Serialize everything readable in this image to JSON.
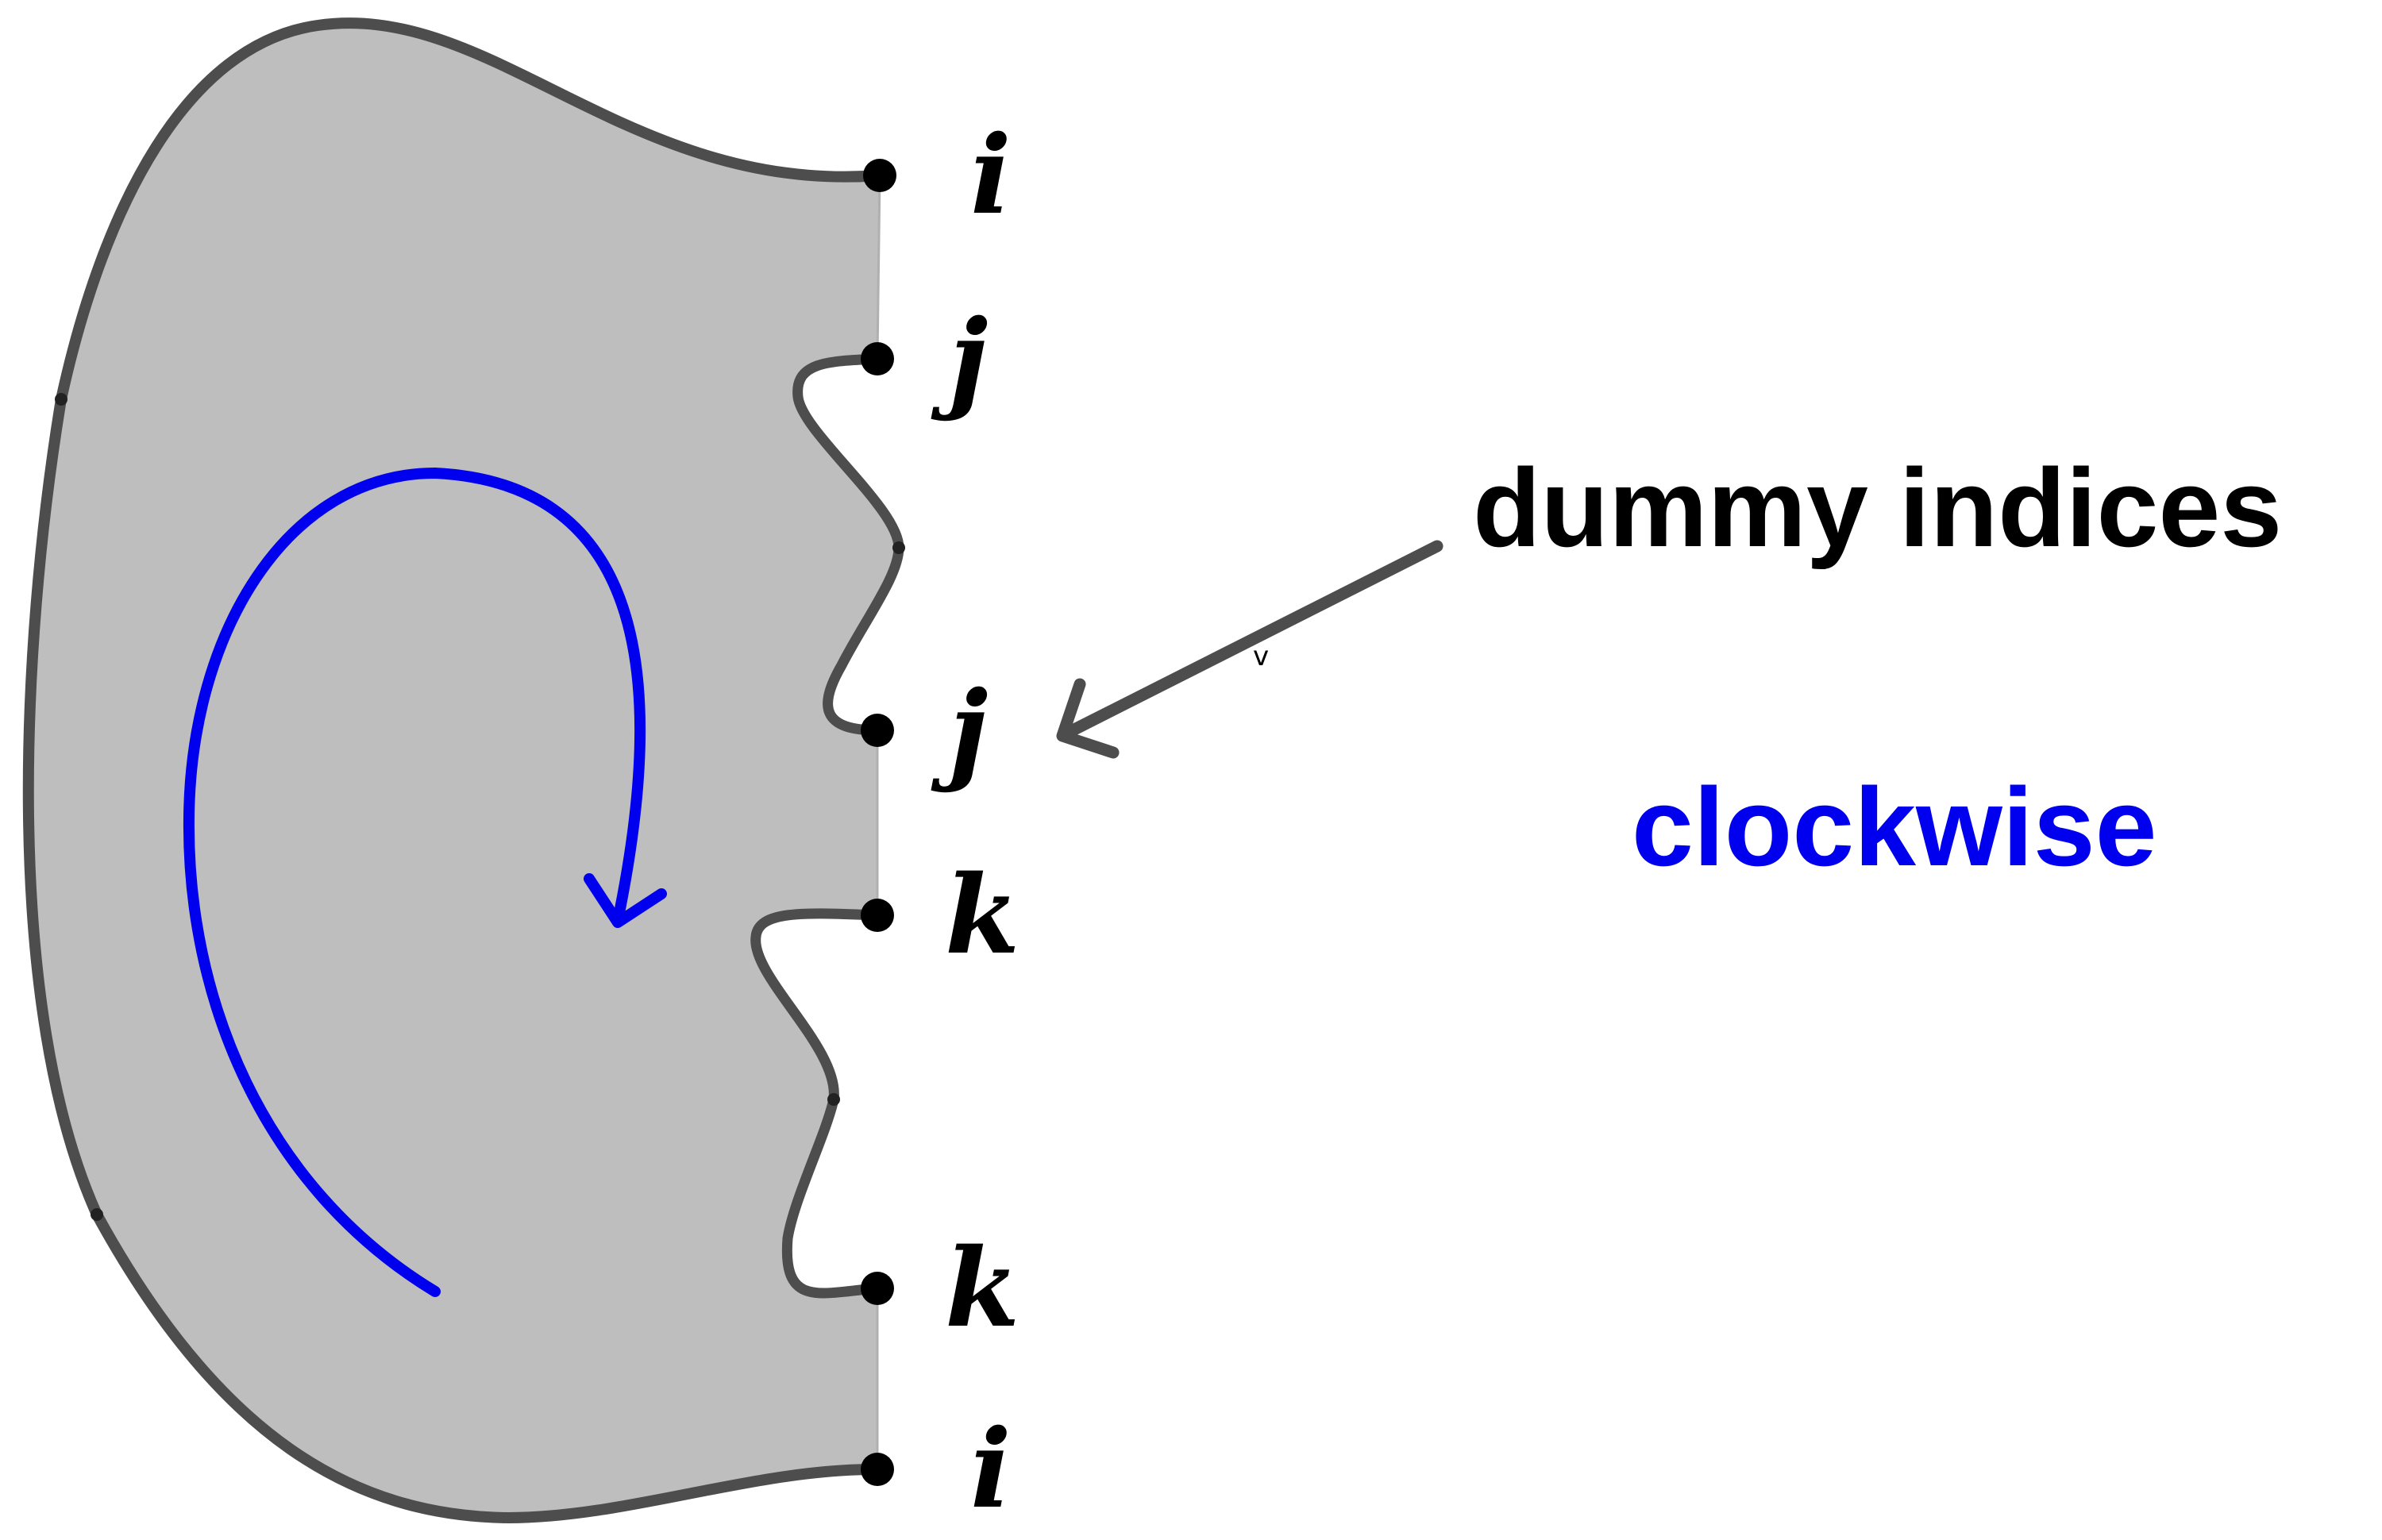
{
  "diagram": {
    "index_labels": {
      "top_i": "i",
      "upper_j": "j",
      "lower_j": "j",
      "upper_k": "k",
      "lower_k": "k",
      "bottom_i": "i"
    },
    "callout": {
      "text": "dummy indices",
      "mark": "v"
    },
    "direction_label": "clockwise",
    "colors": {
      "region_fill": "#bebebe",
      "outline": "#4d4d4d",
      "blue_arrow": "#0000ee",
      "text": "#000000"
    }
  }
}
